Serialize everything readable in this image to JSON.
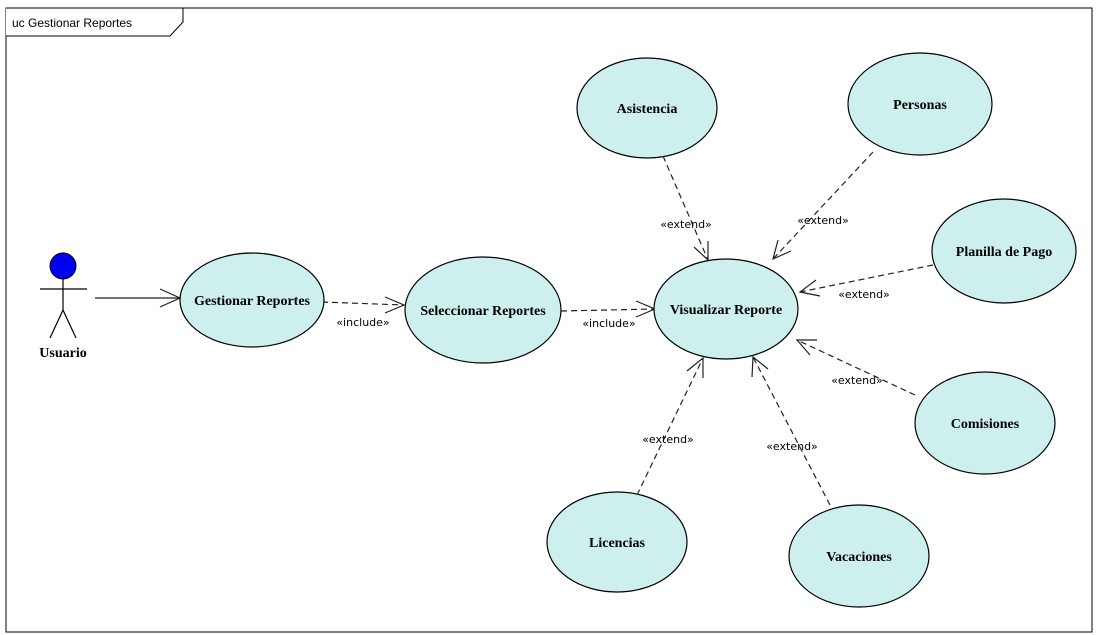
{
  "frame": {
    "title": "uc Gestionar Reportes"
  },
  "actor": {
    "name": "Usuario",
    "head_color": "#0000ee"
  },
  "use_cases": {
    "gestionar": "Gestionar Reportes",
    "seleccionar": "Seleccionar Reportes",
    "visualizar": "Visualizar Reporte",
    "asistencia": "Asistencia",
    "personas": "Personas",
    "planilla": "Planilla de Pago",
    "comisiones": "Comisiones",
    "vacaciones": "Vacaciones",
    "licencias": "Licencias"
  },
  "relations": {
    "include_1": "«include»",
    "include_2": "«include»",
    "extend_asistencia": "«extend»",
    "extend_personas": "«extend»",
    "extend_planilla": "«extend»",
    "extend_comisiones": "«extend»",
    "extend_vacaciones": "«extend»",
    "extend_licencias": "«extend»"
  },
  "colors": {
    "use_case_fill": "#cdf0ee",
    "actor_head": "#0000ee"
  }
}
